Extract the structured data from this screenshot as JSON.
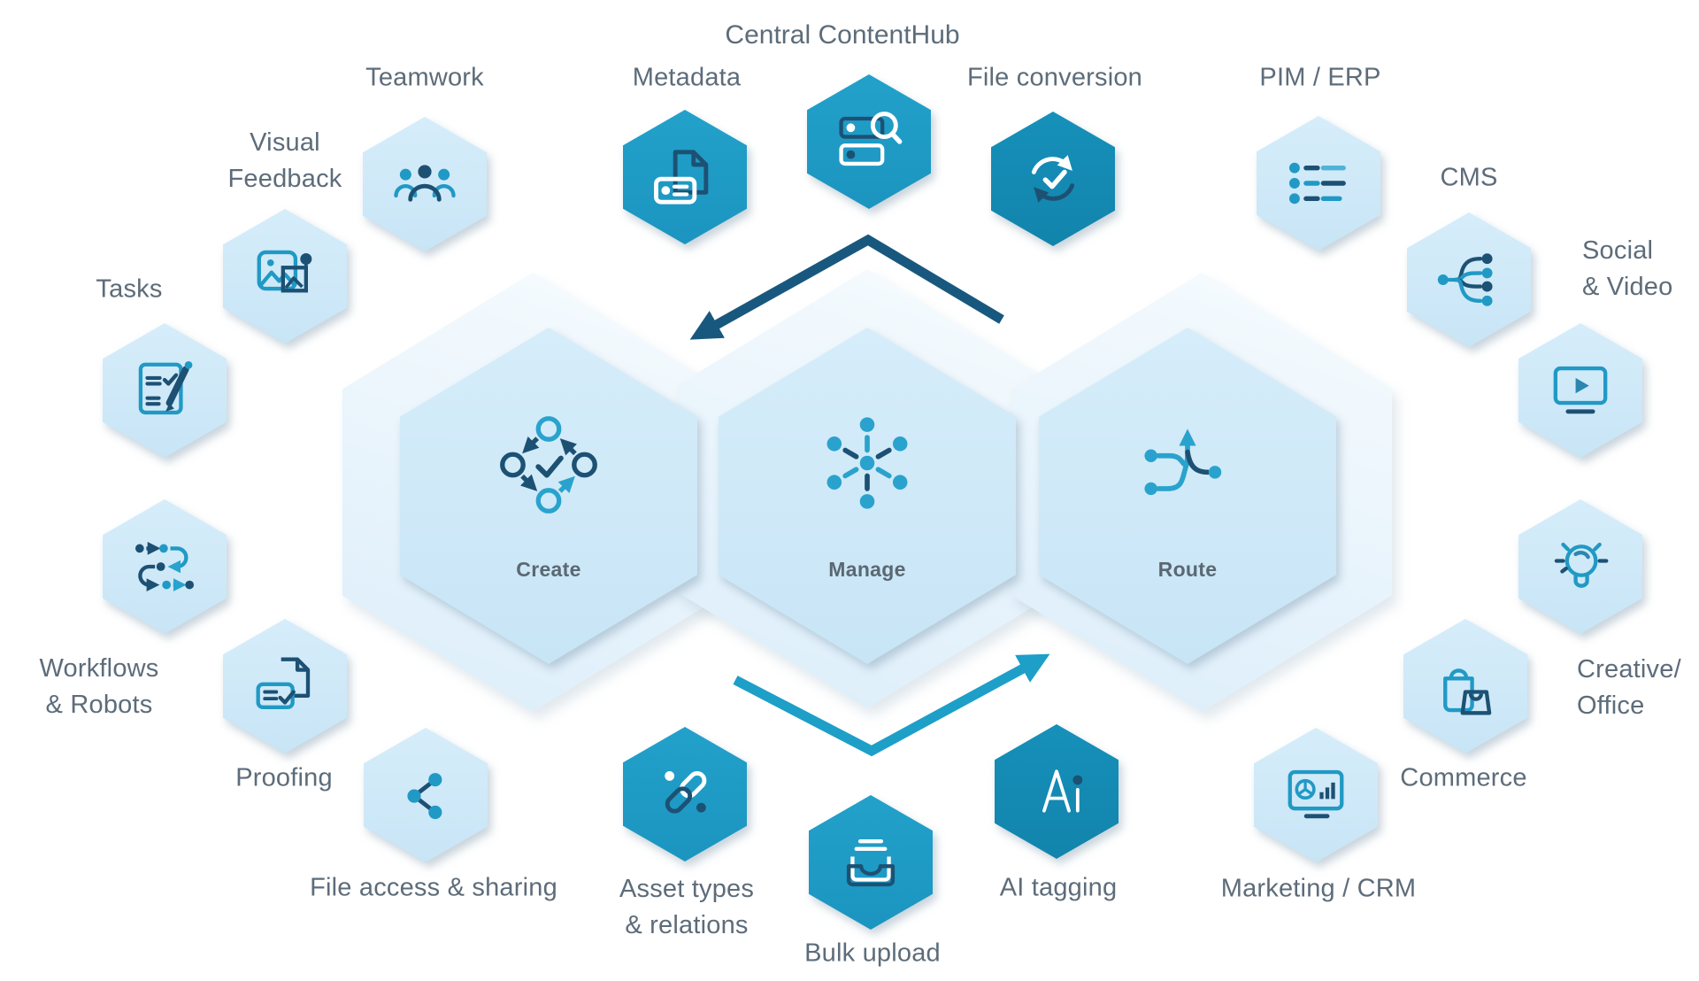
{
  "title": "Central ContentHub",
  "colors": {
    "teal_hex": "#1f9cc7",
    "teal_dark_hex": "#1488b0",
    "light_hex": "#cde9f8",
    "pale_band_hex": "#e8f4fc",
    "icon_navy": "#1d5174",
    "icon_teal": "#2199c5",
    "label_gray": "#5d6c7a",
    "arrow_navy": "#19587e",
    "arrow_teal": "#1d9fc8"
  },
  "core_hexes": [
    {
      "id": "create",
      "label": "Create",
      "icon": "cycle-check-icon"
    },
    {
      "id": "manage",
      "label": "Manage",
      "icon": "hub-spoke-icon"
    },
    {
      "id": "route",
      "label": "Route",
      "icon": "merge-route-icon"
    }
  ],
  "satellites": [
    {
      "id": "teamwork",
      "label": "Teamwork",
      "icon": "people-group-icon",
      "style": "light"
    },
    {
      "id": "visual_feedback",
      "label": "Visual\nFeedback",
      "icon": "image-annotation-icon",
      "style": "light"
    },
    {
      "id": "tasks",
      "label": "Tasks",
      "icon": "checklist-pencil-icon",
      "style": "light"
    },
    {
      "id": "workflows",
      "label": "Workflows\n& Robots",
      "icon": "flow-steps-icon",
      "style": "light"
    },
    {
      "id": "proofing",
      "label": "Proofing",
      "icon": "document-approve-icon",
      "style": "light"
    },
    {
      "id": "file_access",
      "label": "File access & sharing",
      "icon": "share-nodes-icon",
      "style": "light"
    },
    {
      "id": "metadata",
      "label": "Metadata",
      "icon": "document-tag-icon",
      "style": "teal"
    },
    {
      "id": "contenthub",
      "label": "",
      "icon": "search-database-icon",
      "style": "teal"
    },
    {
      "id": "file_conversion",
      "label": "File conversion",
      "icon": "convert-arrows-icon",
      "style": "teal-dark"
    },
    {
      "id": "pim_erp",
      "label": "PIM / ERP",
      "icon": "bullet-list-icon",
      "style": "light"
    },
    {
      "id": "cms",
      "label": "CMS",
      "icon": "fan-out-icon",
      "style": "light"
    },
    {
      "id": "social_video",
      "label": "Social\n& Video",
      "icon": "video-screen-icon",
      "style": "light"
    },
    {
      "id": "creative_office",
      "label": "Creative/\nOffice",
      "icon": "lightbulb-icon",
      "style": "light"
    },
    {
      "id": "commerce",
      "label": "Commerce",
      "icon": "shopping-bags-icon",
      "style": "light"
    },
    {
      "id": "marketing",
      "label": "Marketing / CRM",
      "icon": "dashboard-icon",
      "style": "light"
    },
    {
      "id": "ai_tagging",
      "label": "AI tagging",
      "icon": "ai-letters-icon",
      "style": "teal-dark"
    },
    {
      "id": "bulk_upload",
      "label": "Bulk upload",
      "icon": "upload-tray-icon",
      "style": "teal"
    },
    {
      "id": "asset_types",
      "label": "Asset types\n& relations",
      "icon": "chain-link-icon",
      "style": "teal"
    }
  ]
}
